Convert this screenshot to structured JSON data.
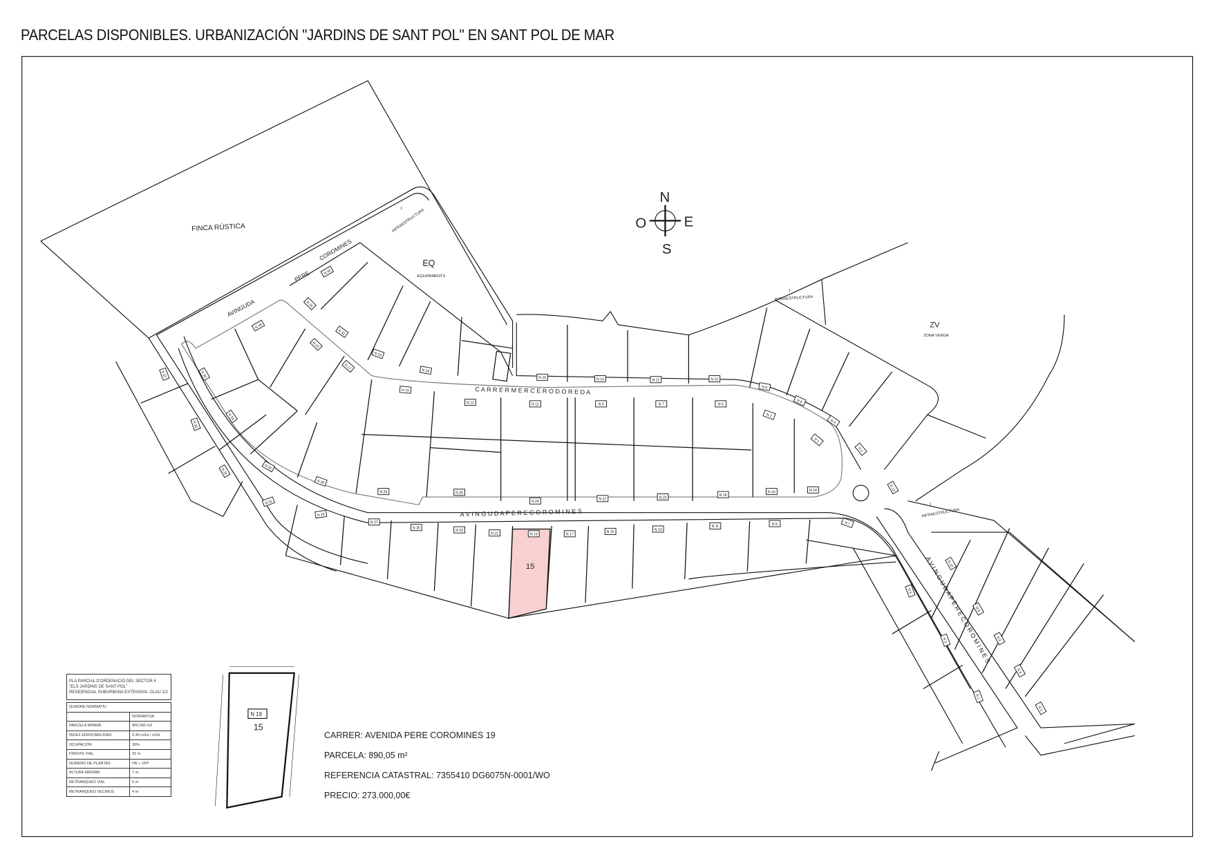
{
  "title": "PARCELAS DISPONIBLES. URBANIZACIÓN \"JARDINS DE SANT POL\" EN SANT POL DE MAR",
  "map": {
    "zones": {
      "finca": "FINCA RÚSTICA",
      "eq": "EQ",
      "eq_sub": "EQUIPAMENTS",
      "zv": "ZV",
      "zv_sub": "ZONA VERDA",
      "infra": "INFRAESTRUCTURA",
      "infra_code": "I"
    },
    "compass": {
      "n": "N",
      "s": "S",
      "e": "E",
      "o": "O"
    },
    "streets": {
      "av_top_1": "AVINGUDA",
      "av_top_2": "PERE",
      "av_top_3": "COROMINES",
      "carrer": "C A R R E R     M E R C E     R O D O R E D A",
      "av_mid": "A V I N G U D A       P E R E       C O R O M I N E S",
      "av_right": "A V I N G U D A   P E R E   C O R O M I N E S"
    },
    "lots_south_row": [
      "N 31",
      "N 29",
      "N 27",
      "N 25",
      "N 23",
      "N 21",
      "N 19",
      "N 17",
      "N 15",
      "N 13",
      "N 11",
      "N 9",
      "N 7"
    ],
    "lots_north_row": [
      "N 16",
      "N 14",
      "N 12",
      "N 10",
      "N 8",
      "N 6",
      "N 4",
      "N 2"
    ],
    "lots_center_top": [
      "N 15",
      "N 13",
      "N 11",
      "N 9",
      "N 7",
      "N 5",
      "N 3",
      "N 1"
    ],
    "lots_center_bottom": [
      "N 28",
      "N 26",
      "N 24",
      "N 22",
      "N 20",
      "N 18",
      "N 16",
      "N 14"
    ],
    "lots_west": [
      "N 40",
      "N 34",
      "N 32",
      "N 20",
      "N 18",
      "N 38",
      "N 36",
      "N 19",
      "N 17",
      "N 34",
      "N 32",
      "N 30",
      "N 37",
      "N 35",
      "N 33"
    ],
    "lots_east": [
      "N 12",
      "N 10",
      "N 8",
      "N 6",
      "N 4",
      "N 2",
      "N 5",
      "N 3",
      "N 1"
    ],
    "highlighted_lot": {
      "label": "N 19",
      "number": "15",
      "color": "#f8d0d0"
    }
  },
  "detail": {
    "label": "N 19",
    "number": "15"
  },
  "plot_info": {
    "street": "CARRER: AVENIDA  PERE COROMINES  19",
    "area": "PARCELA: 890,05 m²",
    "cadastral": "REFERENCIA CATASTRAL: 7355410 DG6075N-0001/WO",
    "price": "PRECIO: 273.000,00€"
  },
  "norm_table": {
    "heading": [
      "PLA PARCIAL D'ORDENACIÓ DEL SECTOR 4",
      "\"ELS JARDINS DE SANT POL\"",
      "RESIDENCIAL SUBURBANA EXTENSIVA. CLAU 1/2"
    ],
    "caption": "QUADRE NORMATIU",
    "col_header": "NORMATIVA",
    "rows": [
      {
        "k": "PARCELA MÍNIMA",
        "v": "800.000 m2"
      },
      {
        "k": "INDEX EDIFICABILIDAD",
        "v": "0.40 m2st / m2sl"
      },
      {
        "k": "OCUPACIÓN",
        "v": "30%"
      },
      {
        "k": "FRENTE VIAL",
        "v": "20 m"
      },
      {
        "k": "NUMERO DE PLANTAS",
        "v": "PB + 1PP"
      },
      {
        "k": "ALTURA MAXIMA",
        "v": "7 m"
      },
      {
        "k": "RETRANQUEO VIAL",
        "v": "6 m"
      },
      {
        "k": "RETRANQUEO VECINOS",
        "v": "4 m"
      }
    ]
  }
}
